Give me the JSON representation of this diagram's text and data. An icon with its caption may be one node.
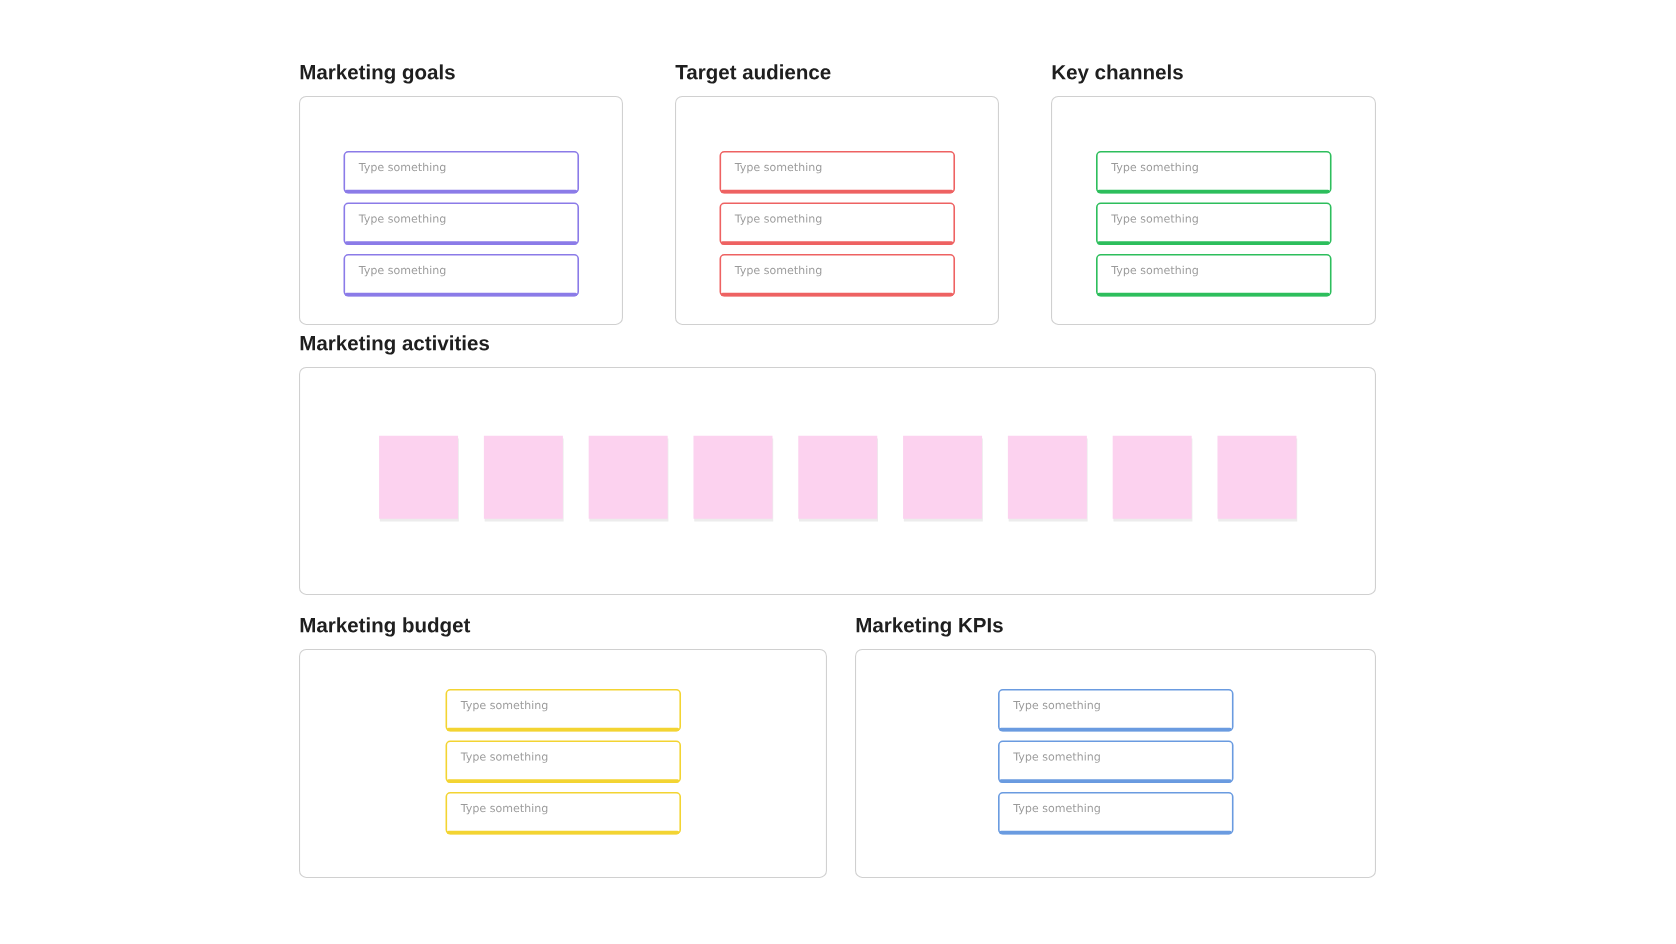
{
  "diagram": {
    "nodes": [
      {
        "text": [
          "Marketing goals"
        ]
      },
      {
        "text": [
          "Type something"
        ],
        "in": 0
      },
      {
        "text": [
          "Type something"
        ],
        "in": 0
      },
      {
        "text": [
          "Type something"
        ],
        "in": 0
      },
      {
        "text": [
          "Target audience"
        ]
      },
      {
        "text": [
          "Type something"
        ],
        "in": 4
      },
      {
        "text": [
          "Type something"
        ],
        "in": 4
      },
      {
        "text": [
          "Type something"
        ],
        "in": 4
      },
      {
        "text": [
          "Key channels"
        ]
      },
      {
        "text": [
          "Type something"
        ],
        "in": 8
      },
      {
        "text": [
          "Type something"
        ],
        "in": 8
      },
      {
        "text": [
          "Type something"
        ],
        "in": 8
      },
      {
        "text": [
          "Marketing activities"
        ]
      },
      {
        "text": [],
        "shape": "box",
        "in": 12
      },
      {
        "text": [],
        "shape": "box",
        "in": 12
      },
      {
        "text": [],
        "shape": "box",
        "in": 12
      },
      {
        "text": [],
        "shape": "box",
        "in": 12
      },
      {
        "text": [],
        "shape": "box",
        "in": 12
      },
      {
        "text": [],
        "shape": "box",
        "in": 12
      },
      {
        "text": [],
        "shape": "box",
        "in": 12
      },
      {
        "text": [],
        "shape": "box",
        "in": 12
      },
      {
        "text": [],
        "shape": "box",
        "in": 12
      },
      {
        "text": [
          "Marketing budget"
        ]
      },
      {
        "text": [
          "Type something"
        ],
        "in": 22
      },
      {
        "text": [
          "Type something"
        ],
        "in": 22
      },
      {
        "text": [
          "Type something"
        ],
        "in": 22
      },
      {
        "text": [
          "Marketing KPIs"
        ]
      },
      {
        "text": [
          "Type something"
        ],
        "in": 26
      },
      {
        "text": [
          "Type something"
        ],
        "in": 26
      },
      {
        "text": [
          "Type something"
        ],
        "in": 26
      }
    ]
  }
}
